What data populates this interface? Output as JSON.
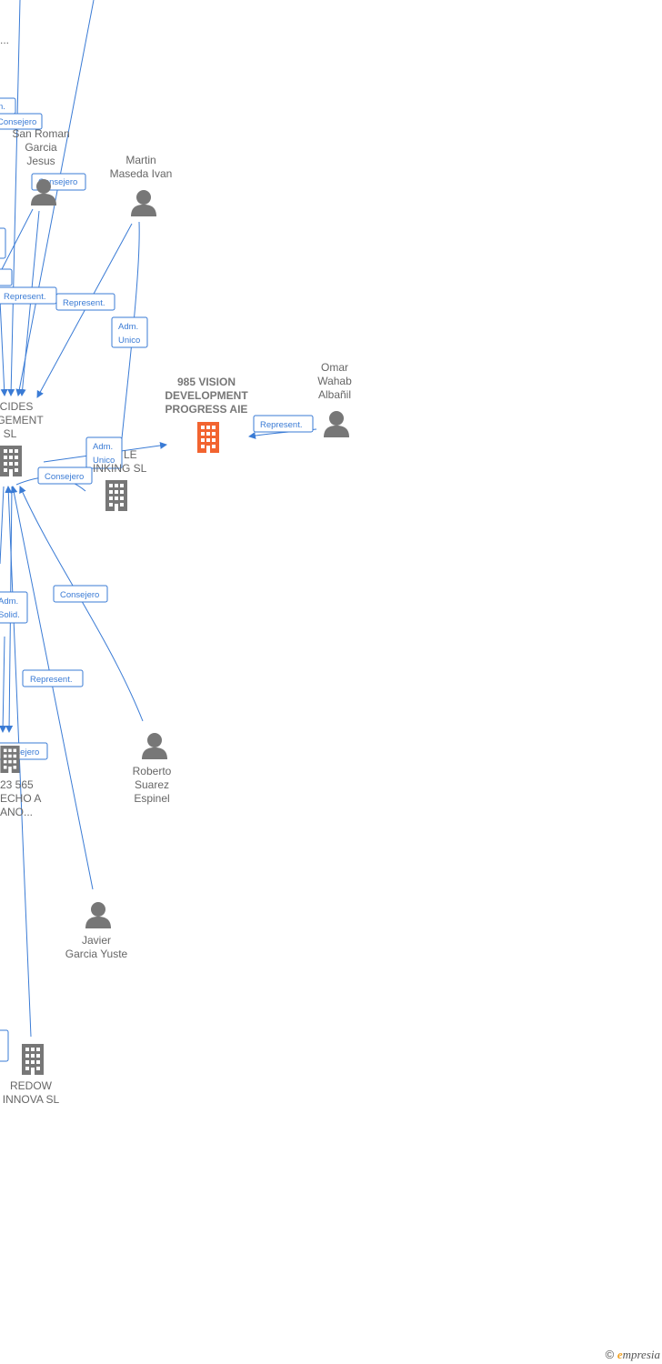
{
  "nodes": {
    "focus": {
      "lines": [
        "985 VISION",
        "DEVELOPMENT",
        "PROGRESS AIE"
      ],
      "type": "company",
      "color": "#f26430"
    },
    "cecides": {
      "lines": [
        "ECIDES",
        "AGEMENT",
        "SL"
      ],
      "type": "company"
    },
    "le_thinking": {
      "lines": [
        "LE",
        "INKING SL"
      ],
      "type": "company"
    },
    "c23565": {
      "lines": [
        "23 565",
        "ECHO A",
        "ANO..."
      ],
      "type": "company"
    },
    "redow": {
      "lines": [
        "REDOW",
        "INNOVA  SL"
      ],
      "type": "company"
    },
    "san_roman": {
      "lines": [
        "San Roman",
        "Garcia",
        "Jesus"
      ],
      "type": "person"
    },
    "martin": {
      "lines": [
        "Martin",
        "Maseda Ivan"
      ],
      "type": "person"
    },
    "omar": {
      "lines": [
        "Omar",
        "Wahab",
        "Albañil"
      ],
      "type": "person"
    },
    "roberto": {
      "lines": [
        "Roberto",
        "Suarez",
        "Espinel"
      ],
      "type": "person"
    },
    "javier": {
      "lines": [
        "Javier",
        "Garcia Yuste"
      ],
      "type": "person"
    },
    "top_fragment": {
      "lines": [
        "..."
      ],
      "type": "text"
    }
  },
  "edge_labels": {
    "consejero": "Consejero",
    "represent": "Represent.",
    "adm_unico": [
      "Adm.",
      "Unico"
    ],
    "adm_solid": [
      "Adm.",
      "Solid."
    ],
    "adm_frag": "n."
  },
  "footer": {
    "copyright": "©",
    "brand_initial": "e",
    "brand_rest": "mpresia"
  },
  "colors": {
    "edge": "#3a7bd5",
    "icon": "#777777",
    "focus": "#f26430"
  }
}
